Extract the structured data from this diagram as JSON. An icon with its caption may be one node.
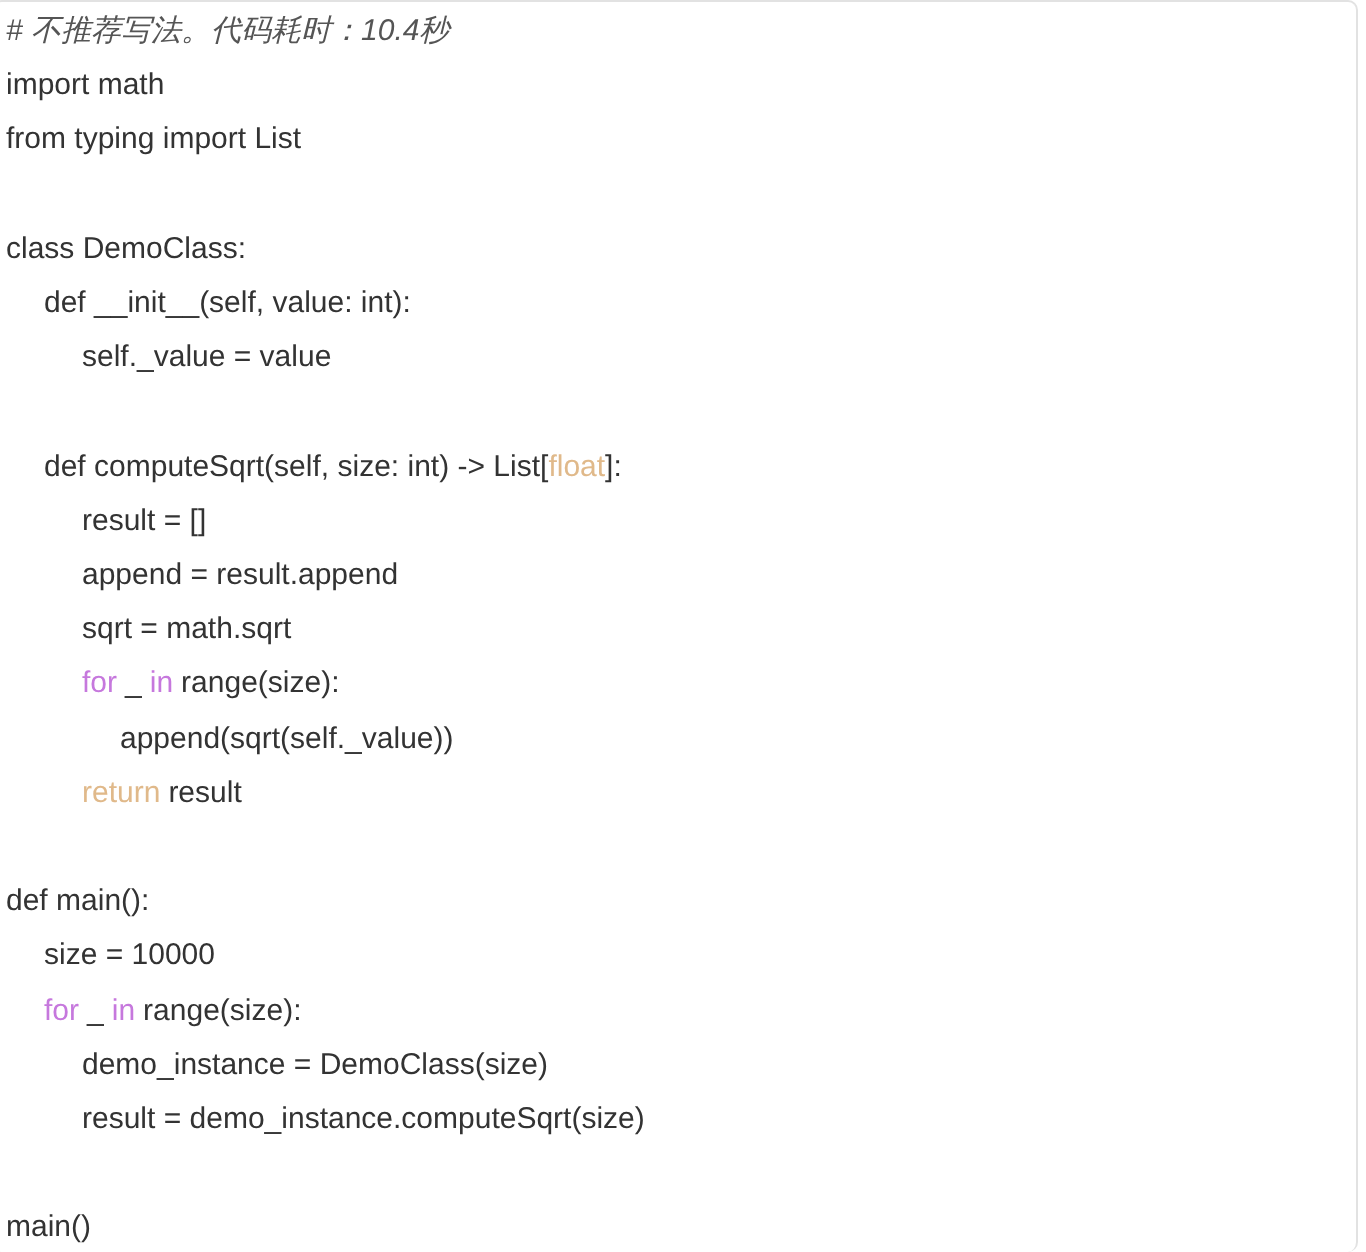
{
  "diagram": {
    "labels": [
      "# 不推荐写法。代码耗时：10.4秒",
      "import math",
      "from typing import List",
      "class DemoClass:",
      "def __init__(self, value: int):",
      "self._value = value",
      "def computeSqrt(self, size: int) -> List[",
      "float",
      "]:",
      "result = []",
      "append = result.append",
      "sqrt = math.sqrt",
      "for",
      "_",
      "in",
      "range(size):",
      "append(sqrt(self._value))",
      "return",
      "result",
      "def main():",
      "size = 10000",
      "for",
      "_",
      "in",
      "range(size):",
      "demo_instance = DemoClass(size)",
      "result = demo_instance.computeSqrt(size)",
      "main()"
    ]
  }
}
